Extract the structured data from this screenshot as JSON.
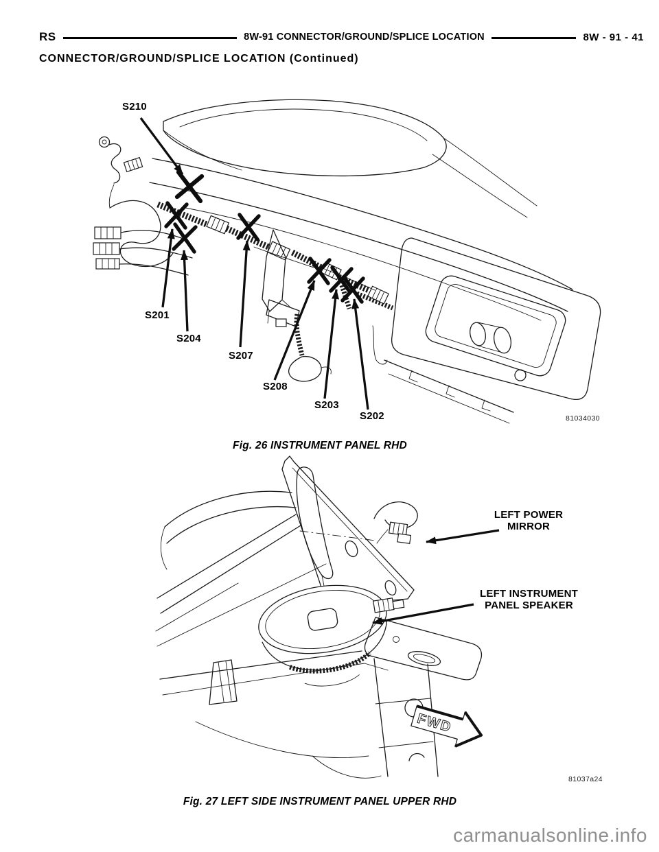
{
  "header": {
    "model_code": "RS",
    "section_title": "8W-91 CONNECTOR/GROUND/SPLICE LOCATION",
    "page_ref": "8W - 91 - 41",
    "continued_title": "CONNECTOR/GROUND/SPLICE LOCATION (Continued)"
  },
  "figure26": {
    "caption": "Fig. 26 INSTRUMENT PANEL RHD",
    "image_code": "81034030",
    "splices": {
      "s210": "S210",
      "s201": "S201",
      "s204": "S204",
      "s207": "S207",
      "s208": "S208",
      "s203": "S203",
      "s202": "S202"
    }
  },
  "figure27": {
    "caption": "Fig. 27 LEFT SIDE INSTRUMENT PANEL UPPER RHD",
    "image_code": "81037a24",
    "labels": {
      "mirror": "LEFT POWER MIRROR",
      "speaker": "LEFT INSTRUMENT PANEL SPEAKER"
    },
    "direction_label": "FWD"
  },
  "watermark": "carmanualsonline.info"
}
